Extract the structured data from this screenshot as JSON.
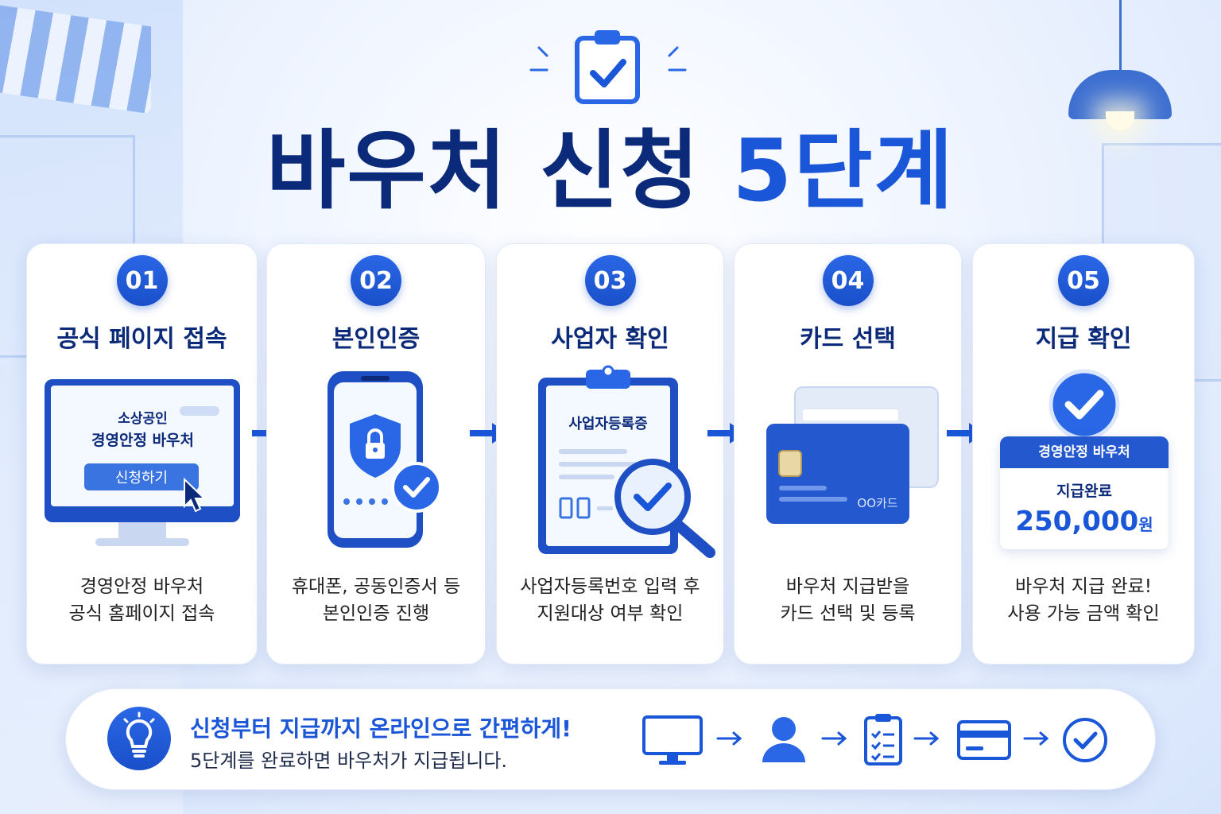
{
  "title": {
    "main": "바우처 신청",
    "accent": "5단계"
  },
  "colors": {
    "primary": "#1a56d8",
    "navy": "#0c2a7a",
    "light": "#e6efff"
  },
  "steps": [
    {
      "number": "01",
      "title": "공식 페이지 접속",
      "screen": {
        "line1": "소상공인",
        "line2": "경영안정 바우처",
        "button": "신청하기"
      },
      "desc1": "경영안정 바우처",
      "desc2": "공식 홈페이지 접속",
      "icon": "monitor-icon"
    },
    {
      "number": "02",
      "title": "본인인증",
      "desc1": "휴대폰, 공동인증서 등",
      "desc2": "본인인증 진행",
      "icon": "phone-lock-icon"
    },
    {
      "number": "03",
      "title": "사업자 확인",
      "doc_title": "사업자등록증",
      "desc1": "사업자등록번호 입력 후",
      "desc2": "지원대상 여부 확인",
      "icon": "clipboard-magnifier-icon"
    },
    {
      "number": "04",
      "title": "카드 선택",
      "card_label": "OO카드",
      "desc1": "바우처 지급받을",
      "desc2": "카드 선택 및 등록",
      "icon": "credit-card-icon"
    },
    {
      "number": "05",
      "title": "지급 확인",
      "receipt": {
        "header": "경영안정 바우처",
        "status": "지급완료",
        "amount": "250,000",
        "unit": "원"
      },
      "desc1": "바우처 지급 완료!",
      "desc2": "사용 가능 금액 확인",
      "icon": "check-circle-icon"
    }
  ],
  "bottom": {
    "title": "신청부터 지급까지 온라인으로 간편하게!",
    "subtitle": "5단계를 완료하면 바우처가 지급됩니다.",
    "flow_icons": [
      "monitor-icon",
      "user-icon",
      "checklist-icon",
      "card-icon",
      "check-icon"
    ]
  }
}
